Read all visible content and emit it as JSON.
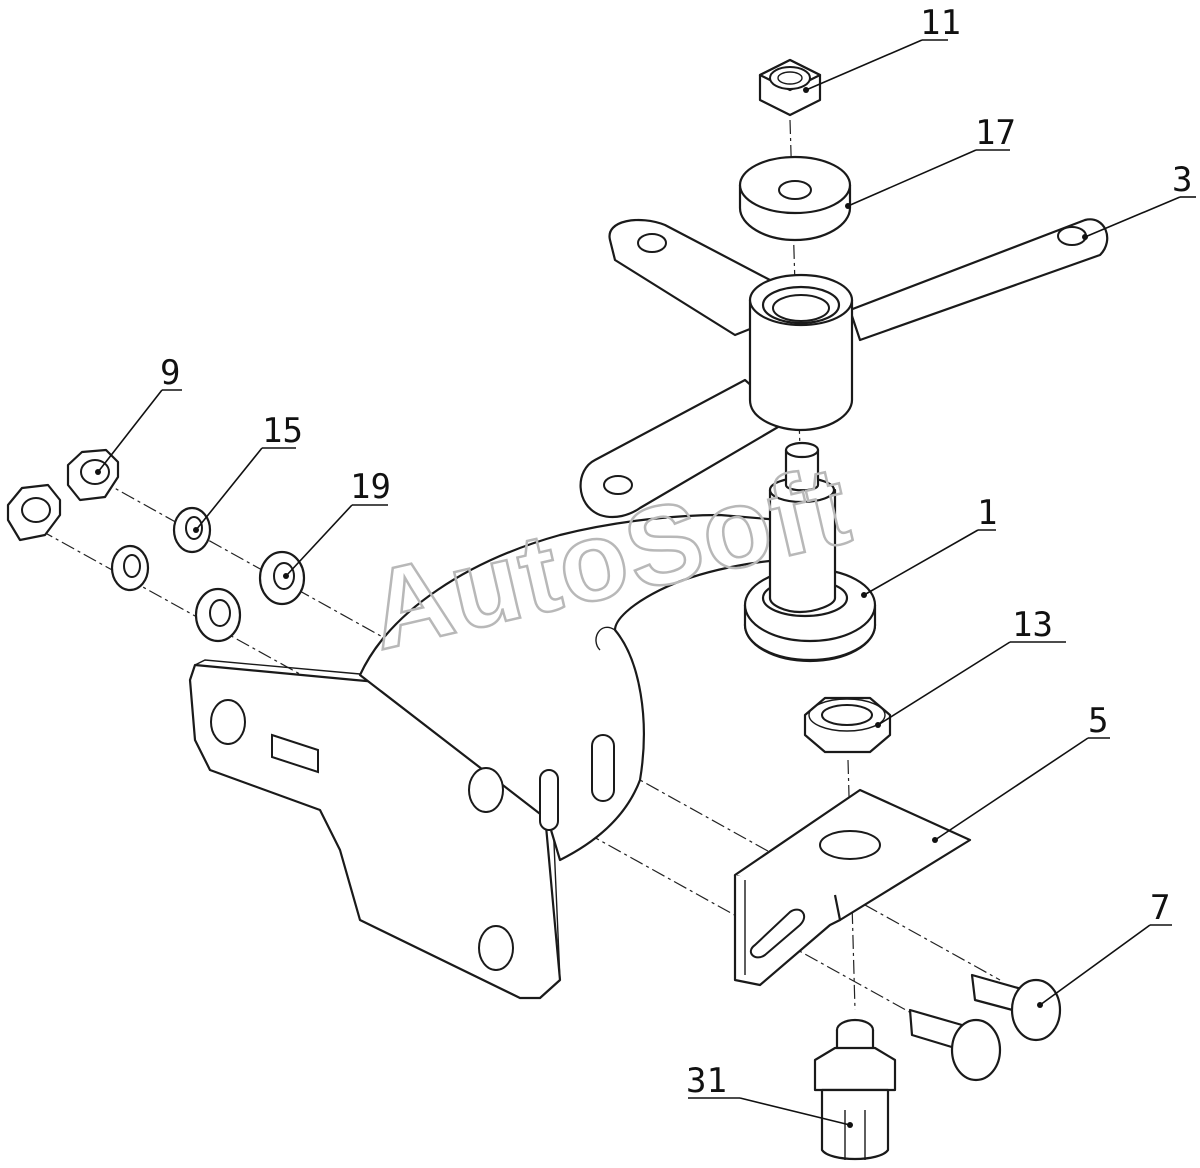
{
  "watermark": "AutoSoft",
  "callouts": [
    {
      "id": "c11",
      "label": "11"
    },
    {
      "id": "c17",
      "label": "17"
    },
    {
      "id": "c3",
      "label": "3"
    },
    {
      "id": "c9",
      "label": "9"
    },
    {
      "id": "c15",
      "label": "15"
    },
    {
      "id": "c19",
      "label": "19"
    },
    {
      "id": "c1",
      "label": "1"
    },
    {
      "id": "c13",
      "label": "13"
    },
    {
      "id": "c5",
      "label": "5"
    },
    {
      "id": "c7",
      "label": "7"
    },
    {
      "id": "c31",
      "label": "31"
    }
  ],
  "colors": {
    "line": "#1a1a1a",
    "watermark": "#b8b8b8",
    "background": "#ffffff"
  }
}
